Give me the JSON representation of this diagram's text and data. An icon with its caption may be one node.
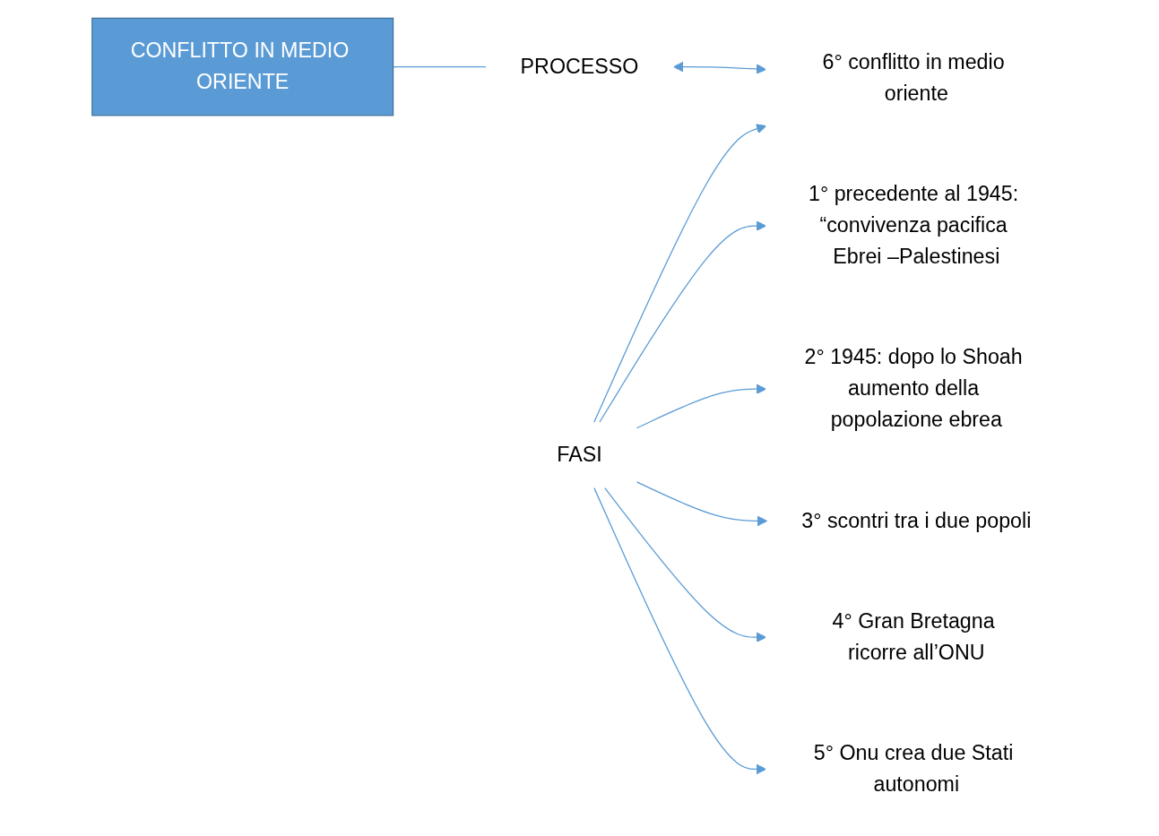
{
  "diagram": {
    "nodes": [
      {
        "text": [
          "CONFLITTO IN MEDIO ORIENTE"
        ]
      },
      {
        "text": [
          "PROCESSO"
        ]
      },
      {
        "text": [
          "FASI"
        ]
      },
      {
        "text": [
          "1° precedente al 1945: “convivenza pacifica Ebrei –Palestinesi"
        ]
      },
      {
        "text": [
          "2° 1945: dopo lo Shoah aumento della popolazione ebrea"
        ]
      },
      {
        "text": [
          "3° scontri tra i due popoli"
        ]
      },
      {
        "text": [
          "4° Gran Bretagna ricorre all’ONU"
        ]
      },
      {
        "text": [
          "5° Onu crea due Stati autonomi"
        ]
      },
      {
        "text": [
          "6° conflitto in medio oriente"
        ]
      }
    ],
    "edges": [
      {
        "from": 0,
        "to": 1,
        "arrow": "none"
      },
      {
        "from": 1,
        "to": 8,
        "arrow": "both"
      },
      {
        "from": 2,
        "to": 3,
        "arrow": "to"
      },
      {
        "from": 2,
        "to": 4,
        "arrow": "to"
      },
      {
        "from": 2,
        "to": 5,
        "arrow": "to"
      },
      {
        "from": 2,
        "to": 6,
        "arrow": "to"
      },
      {
        "from": 2,
        "to": 7,
        "arrow": "to"
      },
      {
        "from": 2,
        "to": 8,
        "arrow": "to"
      }
    ]
  }
}
